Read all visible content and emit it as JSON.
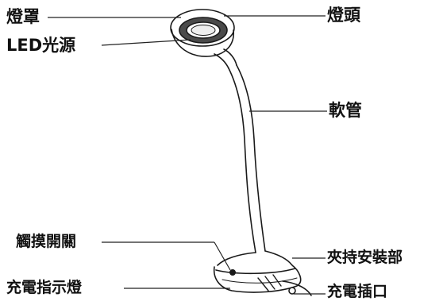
{
  "labels": {
    "shade": "燈罩",
    "led": "LED光源",
    "head": "燈頭",
    "hose": "軟管",
    "touch": "觸摸開關",
    "clip": "夾持安裝部",
    "indicator": "充電指示燈",
    "port": "充電插口"
  }
}
